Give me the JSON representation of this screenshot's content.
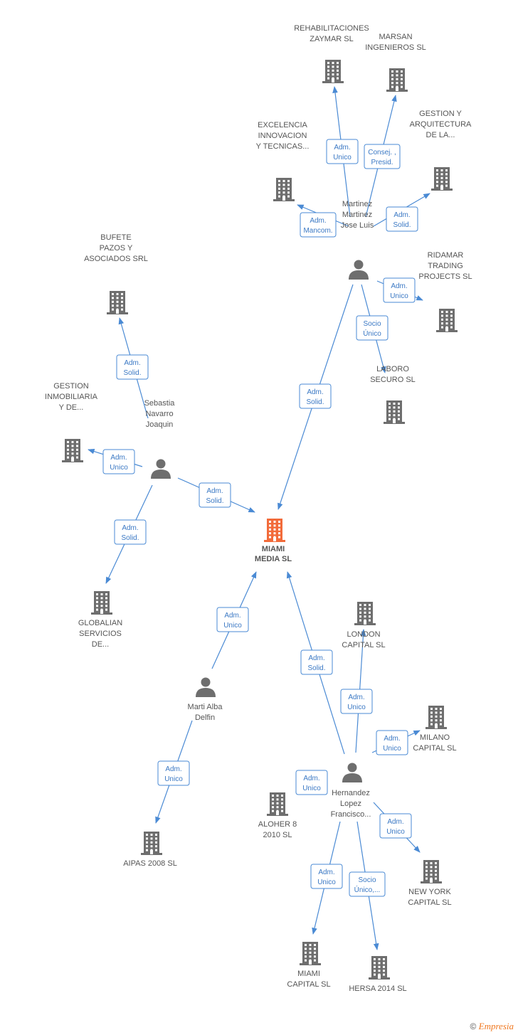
{
  "center": {
    "id": "c",
    "label": [
      "MIAMI",
      "MEDIA  SL"
    ],
    "color": "#f26b3a"
  },
  "persons": [
    {
      "id": "p1",
      "label": [
        "Martinez",
        "Martinez",
        "Jose Luis"
      ]
    },
    {
      "id": "p2",
      "label": [
        "Sebastia",
        "Navarro",
        "Joaquin"
      ]
    },
    {
      "id": "p3",
      "label": [
        "Marti Alba",
        "Delfin"
      ]
    },
    {
      "id": "p4",
      "label": [
        "Hernandez",
        "Lopez",
        "Francisco..."
      ]
    }
  ],
  "companies": [
    {
      "id": "k1",
      "label": [
        "REHABILITACIONES",
        "ZAYMAR SL"
      ]
    },
    {
      "id": "k2",
      "label": [
        "MARSAN",
        "INGENIEROS SL"
      ]
    },
    {
      "id": "k3",
      "label": [
        "GESTION Y",
        "ARQUITECTURA",
        "DE LA..."
      ]
    },
    {
      "id": "k4",
      "label": [
        "EXCELENCIA",
        "INNOVACION",
        "Y TECNICAS..."
      ]
    },
    {
      "id": "k5",
      "label": [
        "RIDAMAR",
        "TRADING",
        "PROJECTS SL"
      ]
    },
    {
      "id": "k6",
      "label": [
        "LABORO",
        "SECURO SL"
      ]
    },
    {
      "id": "k7",
      "label": [
        "BUFETE",
        "PAZOS Y",
        "ASOCIADOS SRL"
      ]
    },
    {
      "id": "k8",
      "label": [
        "GESTION",
        "INMOBILIARIA",
        "Y DE..."
      ]
    },
    {
      "id": "k9",
      "label": [
        "GLOBALIAN",
        "SERVICIOS",
        "DE..."
      ]
    },
    {
      "id": "k10",
      "label": [
        "LONDON",
        "CAPITAL SL"
      ]
    },
    {
      "id": "k11",
      "label": [
        "MILANO",
        "CAPITAL  SL"
      ]
    },
    {
      "id": "k12",
      "label": [
        "ALOHER 8",
        "2010 SL"
      ]
    },
    {
      "id": "k13",
      "label": [
        "NEW YORK",
        "CAPITAL SL"
      ]
    },
    {
      "id": "k14",
      "label": [
        "AIPAS 2008 SL"
      ]
    },
    {
      "id": "k15",
      "label": [
        "MIAMI",
        "CAPITAL  SL"
      ]
    },
    {
      "id": "k16",
      "label": [
        "HERSA 2014  SL"
      ]
    }
  ],
  "relations": [
    {
      "from": "p1",
      "to": "k1",
      "label": [
        "Adm.",
        "Unico"
      ]
    },
    {
      "from": "p1",
      "to": "k2",
      "label": [
        "Consej. ,",
        "Presid."
      ]
    },
    {
      "from": "p1",
      "to": "k3",
      "label": [
        "Adm.",
        "Solid."
      ]
    },
    {
      "from": "p1",
      "to": "k4",
      "label": [
        "Adm.",
        "Mancom."
      ]
    },
    {
      "from": "p1",
      "to": "k5",
      "label": [
        "Adm.",
        "Unico"
      ]
    },
    {
      "from": "p1",
      "to": "k6",
      "label": [
        "Socio",
        "Único"
      ]
    },
    {
      "from": "p1",
      "to": "c",
      "label": [
        "Adm.",
        "Solid."
      ]
    },
    {
      "from": "p2",
      "to": "k7",
      "label": [
        "Adm.",
        "Solid."
      ]
    },
    {
      "from": "p2",
      "to": "k8",
      "label": [
        "Adm.",
        "Unico"
      ]
    },
    {
      "from": "p2",
      "to": "c",
      "label": [
        "Adm.",
        "Solid."
      ]
    },
    {
      "from": "p2",
      "to": "k9",
      "label": [
        "Adm.",
        "Solid."
      ]
    },
    {
      "from": "p3",
      "to": "c",
      "label": [
        "Adm.",
        "Unico"
      ]
    },
    {
      "from": "p3",
      "to": "k14",
      "label": [
        "Adm.",
        "Unico"
      ]
    },
    {
      "from": "p4",
      "to": "c",
      "label": [
        "Adm.",
        "Solid."
      ]
    },
    {
      "from": "p4",
      "to": "k10",
      "label": [
        "Adm.",
        "Unico"
      ]
    },
    {
      "from": "p4",
      "to": "k11",
      "label": [
        "Adm.",
        "Unico"
      ]
    },
    {
      "from": "p4",
      "to": "k12",
      "label": [
        "Adm.",
        "Unico"
      ]
    },
    {
      "from": "p4",
      "to": "k13",
      "label": [
        "Adm.",
        "Unico"
      ]
    },
    {
      "from": "p4",
      "to": "k15",
      "label": [
        "Adm.",
        "Unico"
      ]
    },
    {
      "from": "p4",
      "to": "k16",
      "label": [
        "Socio",
        "Único,..."
      ]
    }
  ],
  "colors": {
    "edge": "#4a8ad4",
    "icon": "#6e6e6e",
    "center_icon": "#f26b3a"
  },
  "footer": {
    "copyright": "©",
    "brand": "Empresia"
  }
}
